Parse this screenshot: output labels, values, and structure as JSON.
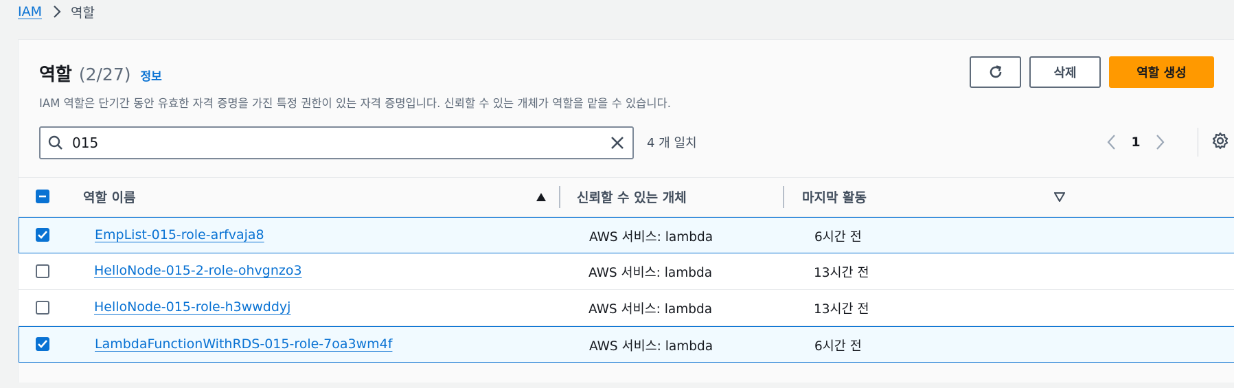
{
  "breadcrumb": {
    "root": "IAM",
    "current": "역할"
  },
  "header": {
    "title": "역할",
    "count": "(2/27)",
    "info": "정보",
    "description": "IAM 역할은 단기간 동안 유효한 자격 증명을 가진 특정 권한이 있는 자격 증명입니다. 신뢰할 수 있는 개체가 역할을 맡을 수 있습니다."
  },
  "actions": {
    "delete": "삭제",
    "create": "역할 생성"
  },
  "search": {
    "value": "015",
    "match_count": "4 개 일치"
  },
  "pagination": {
    "current_page": "1"
  },
  "table": {
    "columns": [
      "역할 이름",
      "신뢰할 수 있는 개체",
      "마지막 활동"
    ],
    "rows": [
      {
        "name": "EmpList-015-role-arfvaja8",
        "trusted": "AWS 서비스: lambda",
        "last": "6시간 전",
        "selected": true
      },
      {
        "name": "HelloNode-015-2-role-ohvgnzo3",
        "trusted": "AWS 서비스: lambda",
        "last": "13시간 전",
        "selected": false
      },
      {
        "name": "HelloNode-015-role-h3wwddyj",
        "trusted": "AWS 서비스: lambda",
        "last": "13시간 전",
        "selected": false
      },
      {
        "name": "LambdaFunctionWithRDS-015-role-7oa3wm4f",
        "trusted": "AWS 서비스: lambda",
        "last": "6시간 전",
        "selected": true
      }
    ]
  },
  "colors": {
    "link": "#0972d3",
    "primary": "#ff9900",
    "selected_bg": "#f1faff"
  },
  "icons": [
    "chevron-right-icon",
    "refresh-icon",
    "search-icon",
    "close-icon",
    "chevron-left-icon",
    "gear-icon",
    "sort-ascending-icon",
    "sort-descending-icon",
    "checkmark-icon",
    "minus-icon"
  ]
}
